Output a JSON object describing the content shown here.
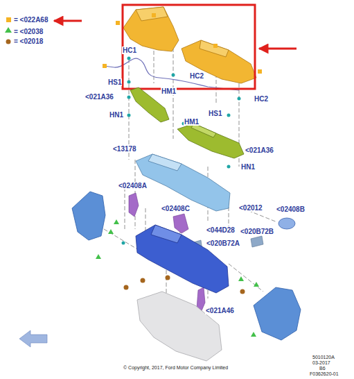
{
  "diagram": {
    "caption": "© Copyright, 2017, Ford Motor Company Limited",
    "labels": [
      "HC1",
      "HS1",
      "HM1",
      "HC2",
      "HC2",
      "<021A36",
      "HN1",
      "HS1",
      "HM1",
      "<021A36",
      "<13178",
      "HN1",
      "<02408A",
      "<02408C",
      "<02012",
      "<02408B",
      "<044D28",
      "<020B72B",
      "<020B72A",
      "<021A46",
      "5010120A",
      "03-2017",
      "B6",
      "F0362620-01"
    ],
    "legend": [
      {
        "text": "= <022A68"
      },
      {
        "text": "= <02038"
      },
      {
        "text": "= <02018"
      }
    ]
  }
}
